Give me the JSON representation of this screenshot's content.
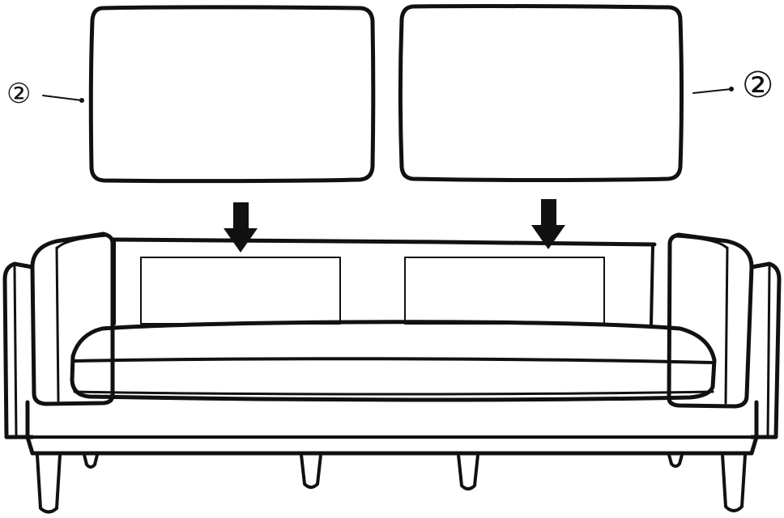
{
  "callouts": [
    {
      "label": "②",
      "target": "cushion-left"
    },
    {
      "label": "②",
      "target": "cushion-right"
    }
  ],
  "colors": {
    "ink": "#111111",
    "background": "#ffffff"
  }
}
